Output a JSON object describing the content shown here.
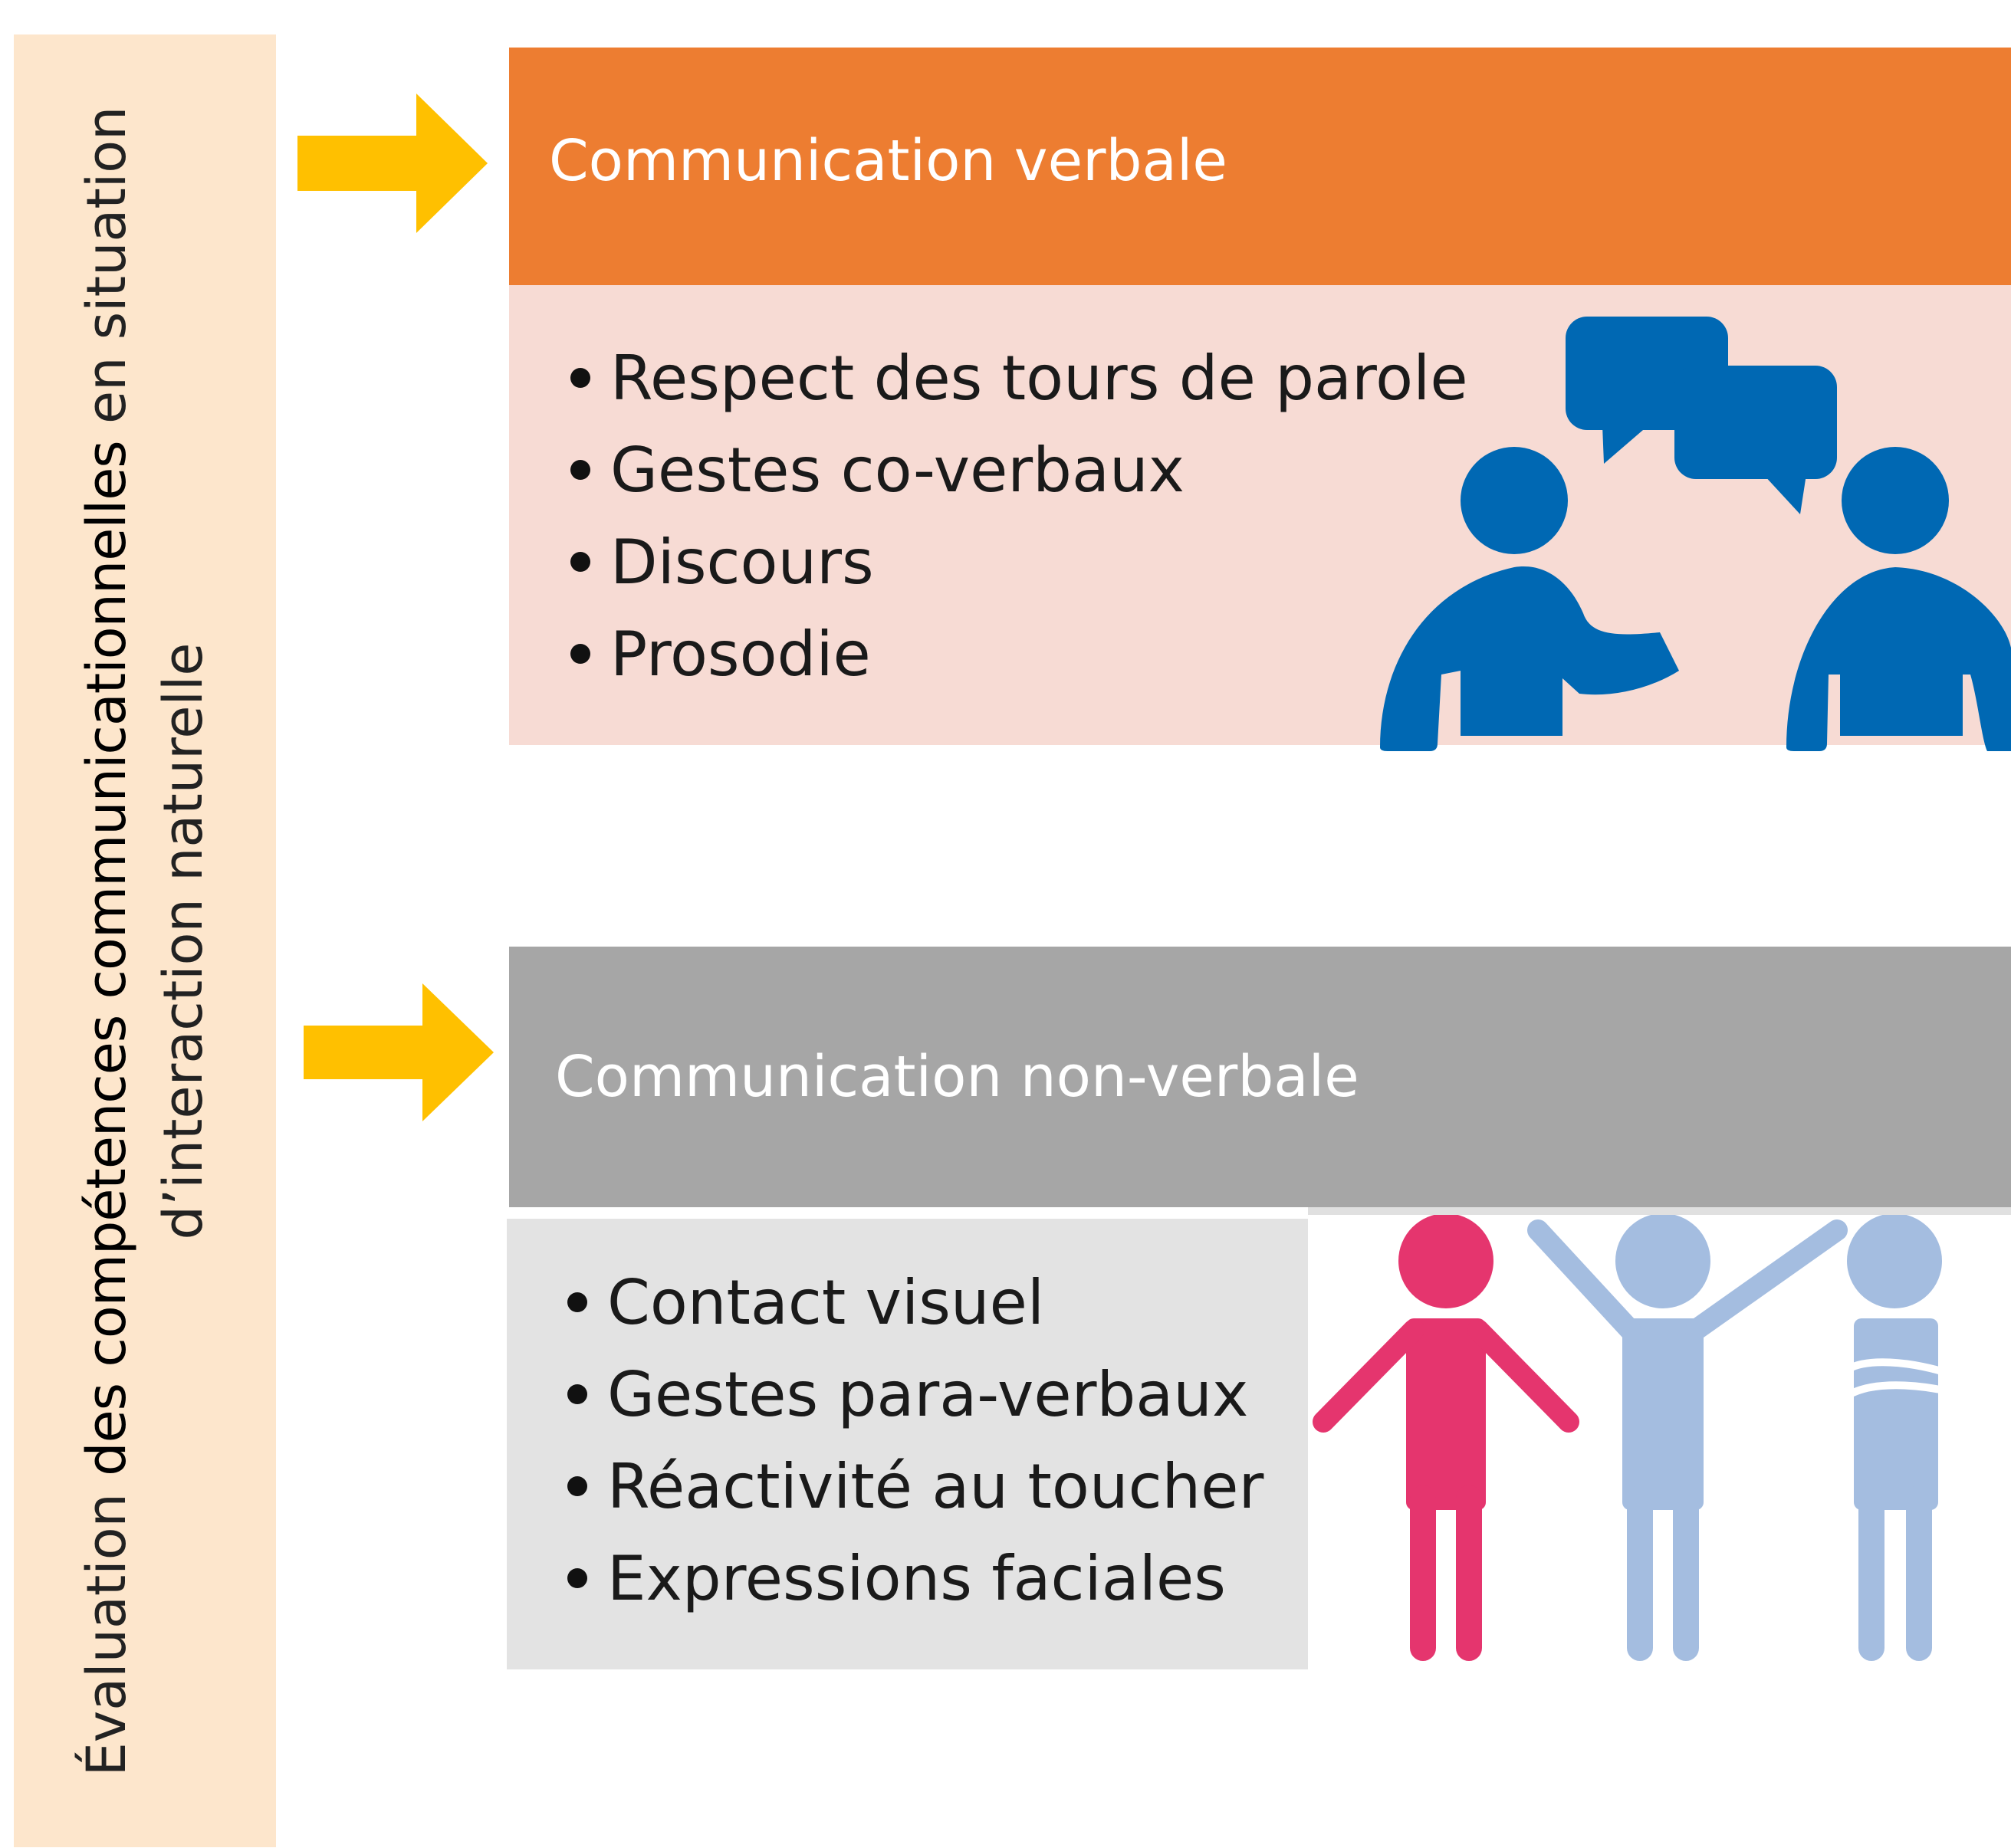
{
  "side": {
    "part1": "Évaluation ",
    "part2": "des compétences communicationnelles",
    "part3": " en situation d’interaction naturelle"
  },
  "colors": {
    "side_panel": "#fde6cc",
    "arrow": "#ffc000",
    "verbal_header": "#ed7d31",
    "verbal_body": "#f7dbd4",
    "nonverbal_header": "#a6a6a6",
    "nonverbal_body": "#e3e3e3",
    "people_blue": "#0068b3",
    "figure_pink": "#e5356e",
    "figure_lightblue": "#a4bde0"
  },
  "verbal": {
    "title": "Communication verbale",
    "items": [
      "Respect des tours de parole",
      "Gestes co-verbaux",
      "Discours",
      "Prosodie"
    ],
    "icon": "conversation-people-icon"
  },
  "nonverbal": {
    "title": "Communication non-verbale",
    "items": [
      "Contact visuel",
      "Gestes para-verbaux",
      "Réactivité au toucher",
      "Expressions faciales"
    ],
    "icon": "body-language-figures-icon"
  }
}
